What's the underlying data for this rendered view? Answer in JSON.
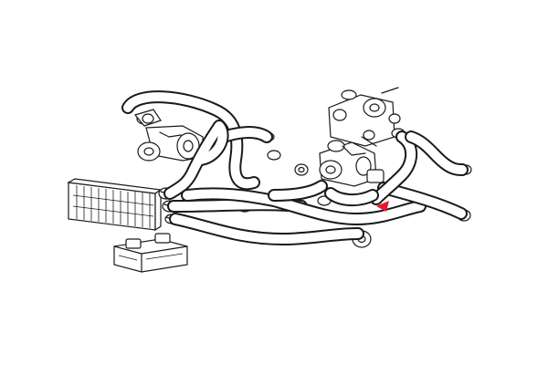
{
  "figure": {
    "background": "#ffffff",
    "line_color": "#1a1a1a",
    "marker_color": "#e8142a",
    "marker_icon": "red-triangle-pointer",
    "components": [
      "radiator",
      "water-pump",
      "auxiliary-water-pump",
      "thermostat-housing",
      "heater-valve",
      "coolant-hoses",
      "hose-clamps",
      "expansion-tank"
    ]
  }
}
